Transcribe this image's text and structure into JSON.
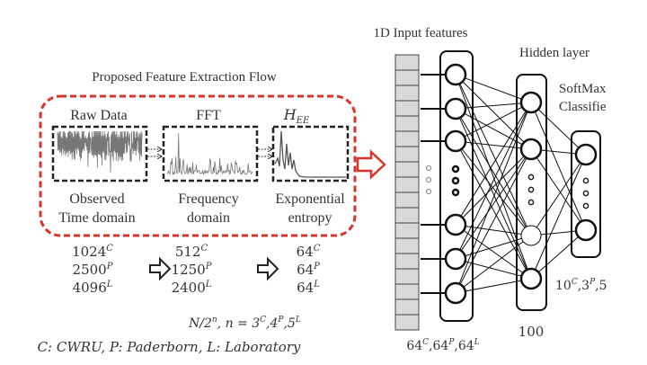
{
  "flow": {
    "title": "Proposed Feature Extraction Flow",
    "stages": [
      {
        "heading": "Raw Data",
        "caption_line1": "Observed",
        "caption_line2": "Time domain",
        "plot": "time-signal"
      },
      {
        "heading": "FFT",
        "caption_line1": "Frequency",
        "caption_line2": "domain",
        "plot": "spectrum"
      },
      {
        "heading_main": "H",
        "heading_sub": "EE",
        "caption_line1": "Exponential",
        "caption_line2": "entropy",
        "plot": "entropy-curve"
      }
    ],
    "colors": {
      "flow_border": "#d9342b",
      "arrow": "#d9342b",
      "box_border": "#222222",
      "signal": "#777777"
    }
  },
  "sizes": {
    "columns": [
      [
        {
          "v": "1024",
          "s": "C"
        },
        {
          "v": "2500",
          "s": "P"
        },
        {
          "v": "4096",
          "s": "L"
        }
      ],
      [
        {
          "v": "512",
          "s": "C"
        },
        {
          "v": "1250",
          "s": "P"
        },
        {
          "v": "2400",
          "s": "L"
        }
      ],
      [
        {
          "v": "64",
          "s": "C"
        },
        {
          "v": "64",
          "s": "P"
        },
        {
          "v": "64",
          "s": "L"
        }
      ]
    ],
    "formula": {
      "prefix": "N/2",
      "exp": "n",
      "mid": ", n = 3",
      "s1": "C",
      "c2": ",4",
      "s2": "P",
      "c3": ",5",
      "s3": "L"
    },
    "legend": "C: CWRU, P: Paderborn, L: Laboratory"
  },
  "network": {
    "input_label": "1D Input features",
    "hidden_label": "Hidden layer",
    "softmax_label_line1": "SoftMax",
    "softmax_label_line2": "Classifie",
    "input_size": {
      "a": "64",
      "sa": "C",
      "b": ",64",
      "sb": "P",
      "c": ",64",
      "sc": "L"
    },
    "hidden_size": "100",
    "output_size": {
      "a": "10",
      "sa": "C",
      "b": ",3",
      "sb": "P",
      "c": ",5"
    },
    "input_cells": 18,
    "colors": {
      "input_cell": "#d9d9d9",
      "line": "#111111"
    }
  }
}
